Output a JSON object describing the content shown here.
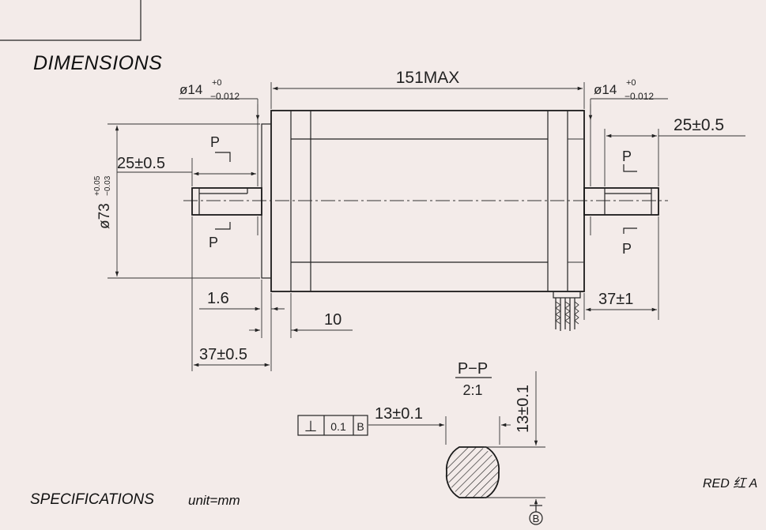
{
  "headings": {
    "dimensions": "DIMENSIONS",
    "specifications": "SPECIFICATIONS",
    "unit": "unit=mm"
  },
  "dims": {
    "overall_length": "151MAX",
    "shaft_dia_left": "ø14",
    "shaft_dia_tol_upper": "+0",
    "shaft_dia_tol_lower": "−0.012",
    "shaft_dia_right": "ø14",
    "body_dia": "ø73",
    "body_dia_tol_upper": "+0.05",
    "body_dia_tol_lower": "−0.03",
    "shaft_length_left": "25±0.5",
    "shaft_length_right": "25±0.5",
    "flange_step": "1.6",
    "flange_thickness": "10",
    "left_extension": "37±0.5",
    "right_extension": "37±1",
    "flat_width": "13±0.1",
    "flat_height": "13±0.1"
  },
  "section": {
    "marker": "P",
    "title": "P−P",
    "scale": "2:1"
  },
  "tolerance": {
    "symbol": "⊥",
    "value": "0.1",
    "datum": "B",
    "datum_marker": "B"
  },
  "wire_note": "RED 红 A"
}
